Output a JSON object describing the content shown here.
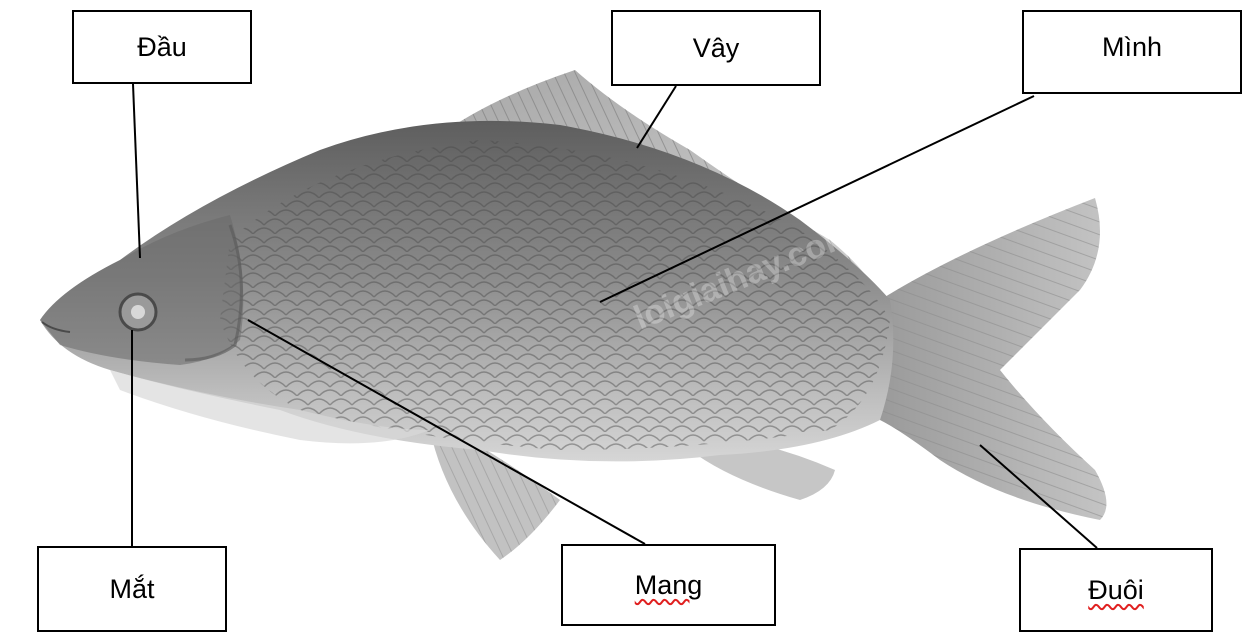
{
  "labels": {
    "dau": "Đầu",
    "vay": "Vây",
    "minh": "Mình",
    "mat": "Mắt",
    "mang": "Mang",
    "duoi": "Đuôi"
  },
  "watermark": "loigiaihay.com",
  "colors": {
    "body": "#8f8f8f",
    "body_dark": "#6f6f6f",
    "fin": "#b8b8b8",
    "belly": "#c8c8c8",
    "line": "#000000",
    "spellcheck_underline": "#e02020"
  },
  "icons": {
    "fish": "carp-fish-illustration"
  }
}
